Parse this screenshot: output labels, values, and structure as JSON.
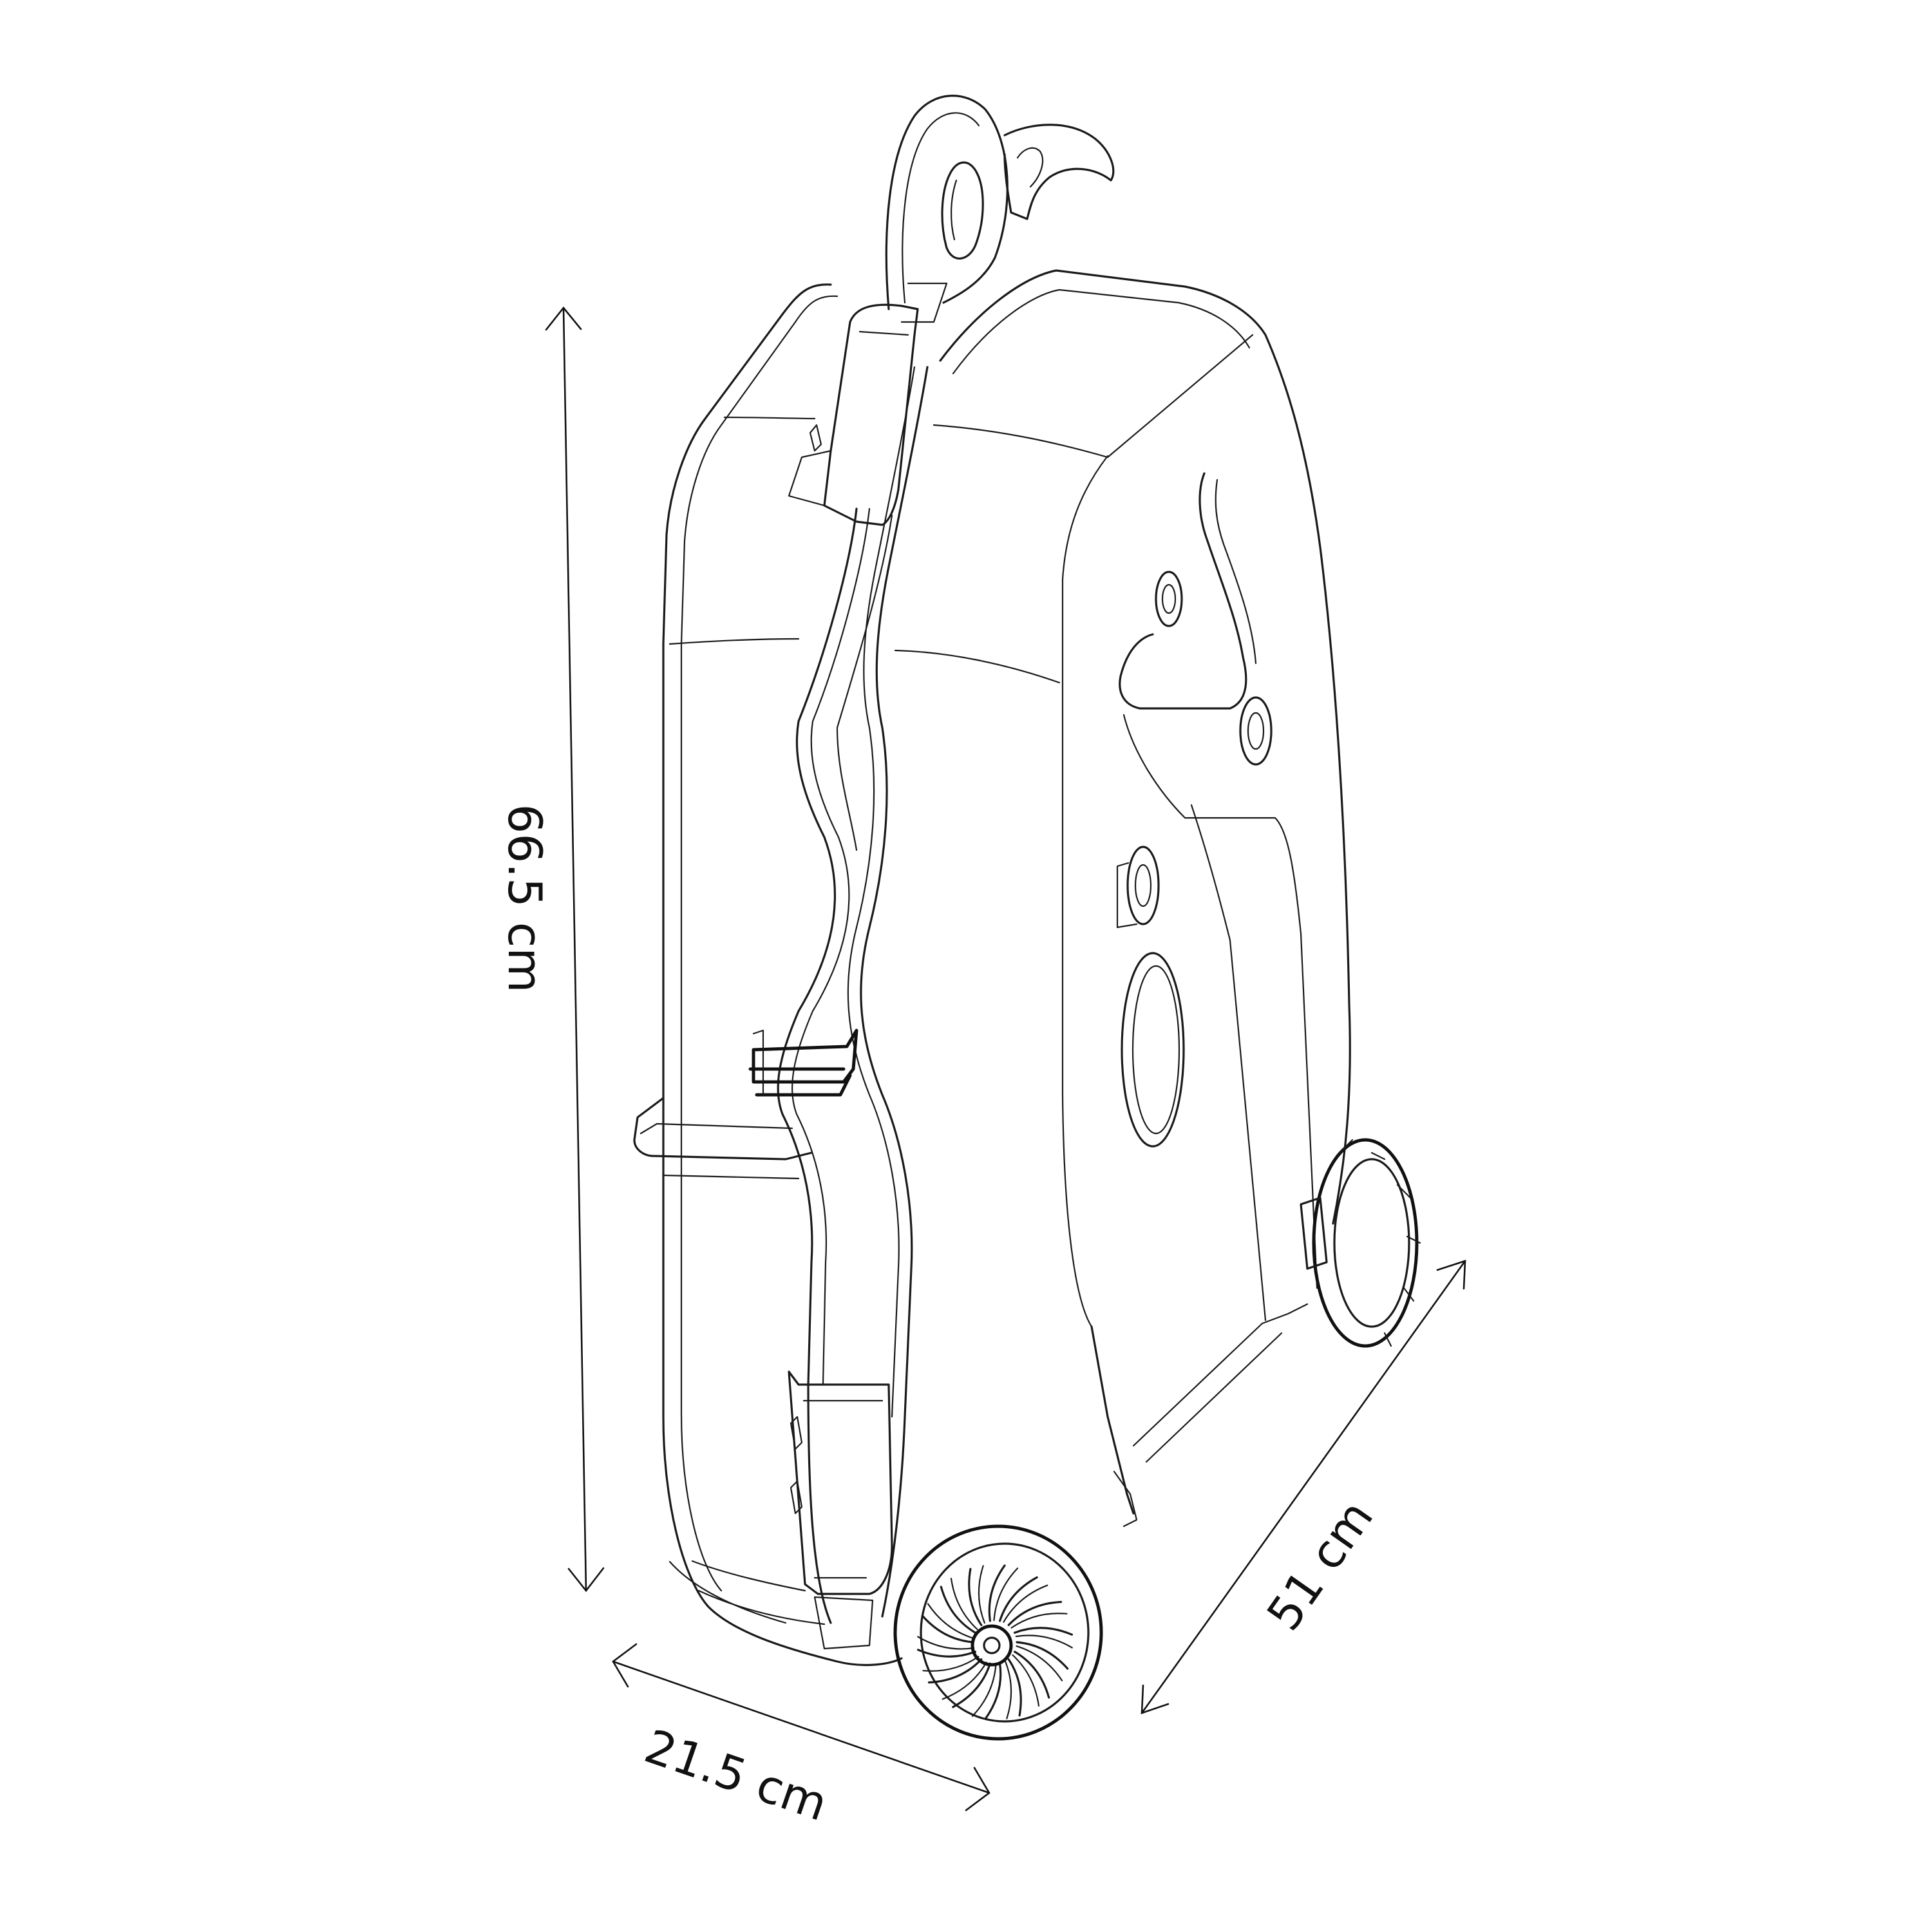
{
  "dimensions": {
    "height": "66.5 cm",
    "depth": "21.5 cm",
    "length": "51 cm"
  },
  "colors": {
    "stroke": "#1a1a1a",
    "background": "#ffffff"
  }
}
